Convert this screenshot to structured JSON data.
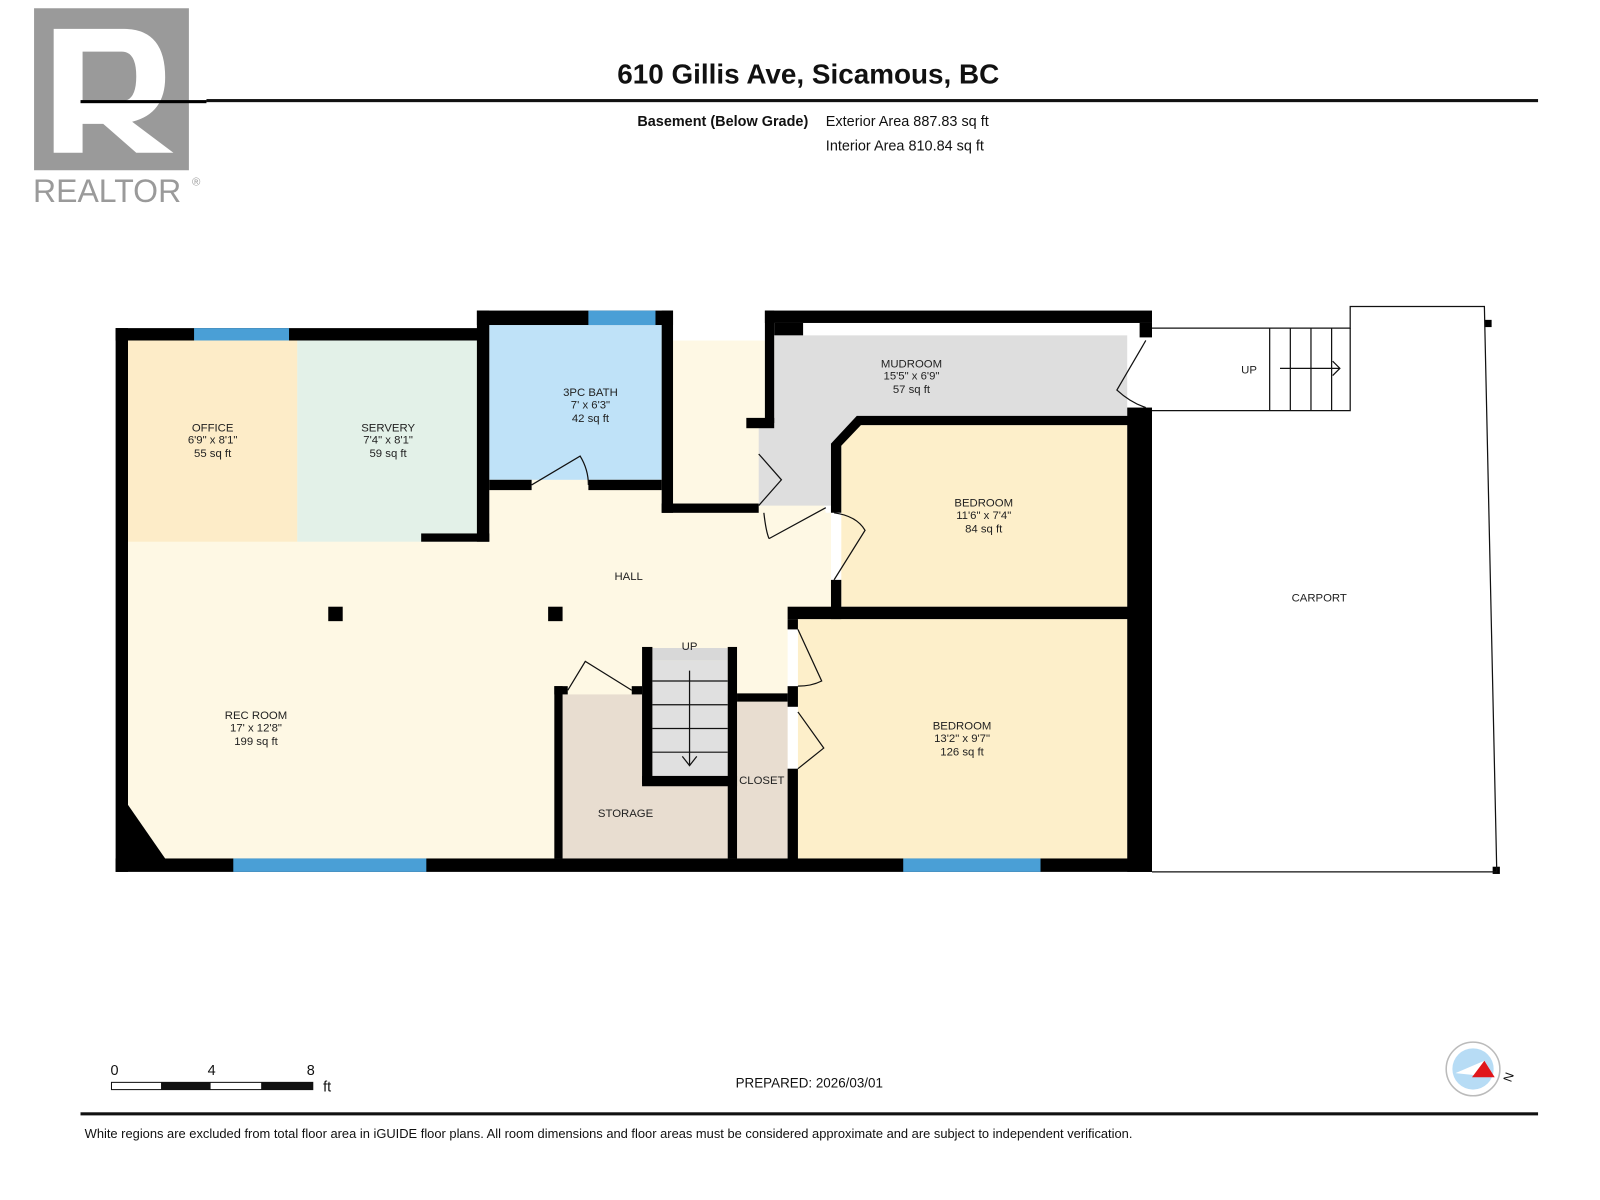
{
  "header": {
    "title": "610 Gillis Ave, Sicamous, BC",
    "floor": "Basement (Below Grade)",
    "exterior_area": "Exterior Area 887.83 sq ft",
    "interior_area": "Interior Area 810.84 sq ft"
  },
  "logo": {
    "text": "REALTOR",
    "mark": "®",
    "color": "#999999"
  },
  "rooms": [
    {
      "name": "OFFICE",
      "dims": "6'9\" x 8'1\"",
      "area": "55 sq ft",
      "color": "#fdecc8"
    },
    {
      "name": "SERVERY",
      "dims": "7'4\" x 8'1\"",
      "area": "59 sq ft",
      "color": "#e3f1e8"
    },
    {
      "name": "3PC BATH",
      "dims": "7' x 6'3\"",
      "area": "42 sq ft",
      "color": "#bfe2f8"
    },
    {
      "name": "MUDROOM",
      "dims": "15'5\" x 6'9\"",
      "area": "57 sq ft",
      "color": "#dedede"
    },
    {
      "name": "BEDROOM",
      "dims": "11'6\" x 7'4\"",
      "area": "84 sq ft",
      "color": "#fdefca"
    },
    {
      "name": "BEDROOM",
      "dims": "13'2\" x 9'7\"",
      "area": "126 sq ft",
      "color": "#fdefca"
    },
    {
      "name": "REC ROOM",
      "dims": "17' x 12'8\"",
      "area": "199 sq ft",
      "color": "#fef8e4"
    }
  ],
  "labels": {
    "hall": "HALL",
    "storage": "STORAGE",
    "closet": "CLOSET",
    "carport": "CARPORT",
    "stairs_up_inner": "UP",
    "stairs_up_outer": "UP"
  },
  "scale": {
    "ticks": [
      "0",
      "4",
      "8"
    ],
    "unit": "ft"
  },
  "prepared": "PREPARED: 2026/03/01",
  "compass": {
    "north": "N"
  },
  "footer": "White regions are excluded from total floor area in iGUIDE floor plans. All room dimensions and floor areas must be considered approximate and are subject to independent verification."
}
